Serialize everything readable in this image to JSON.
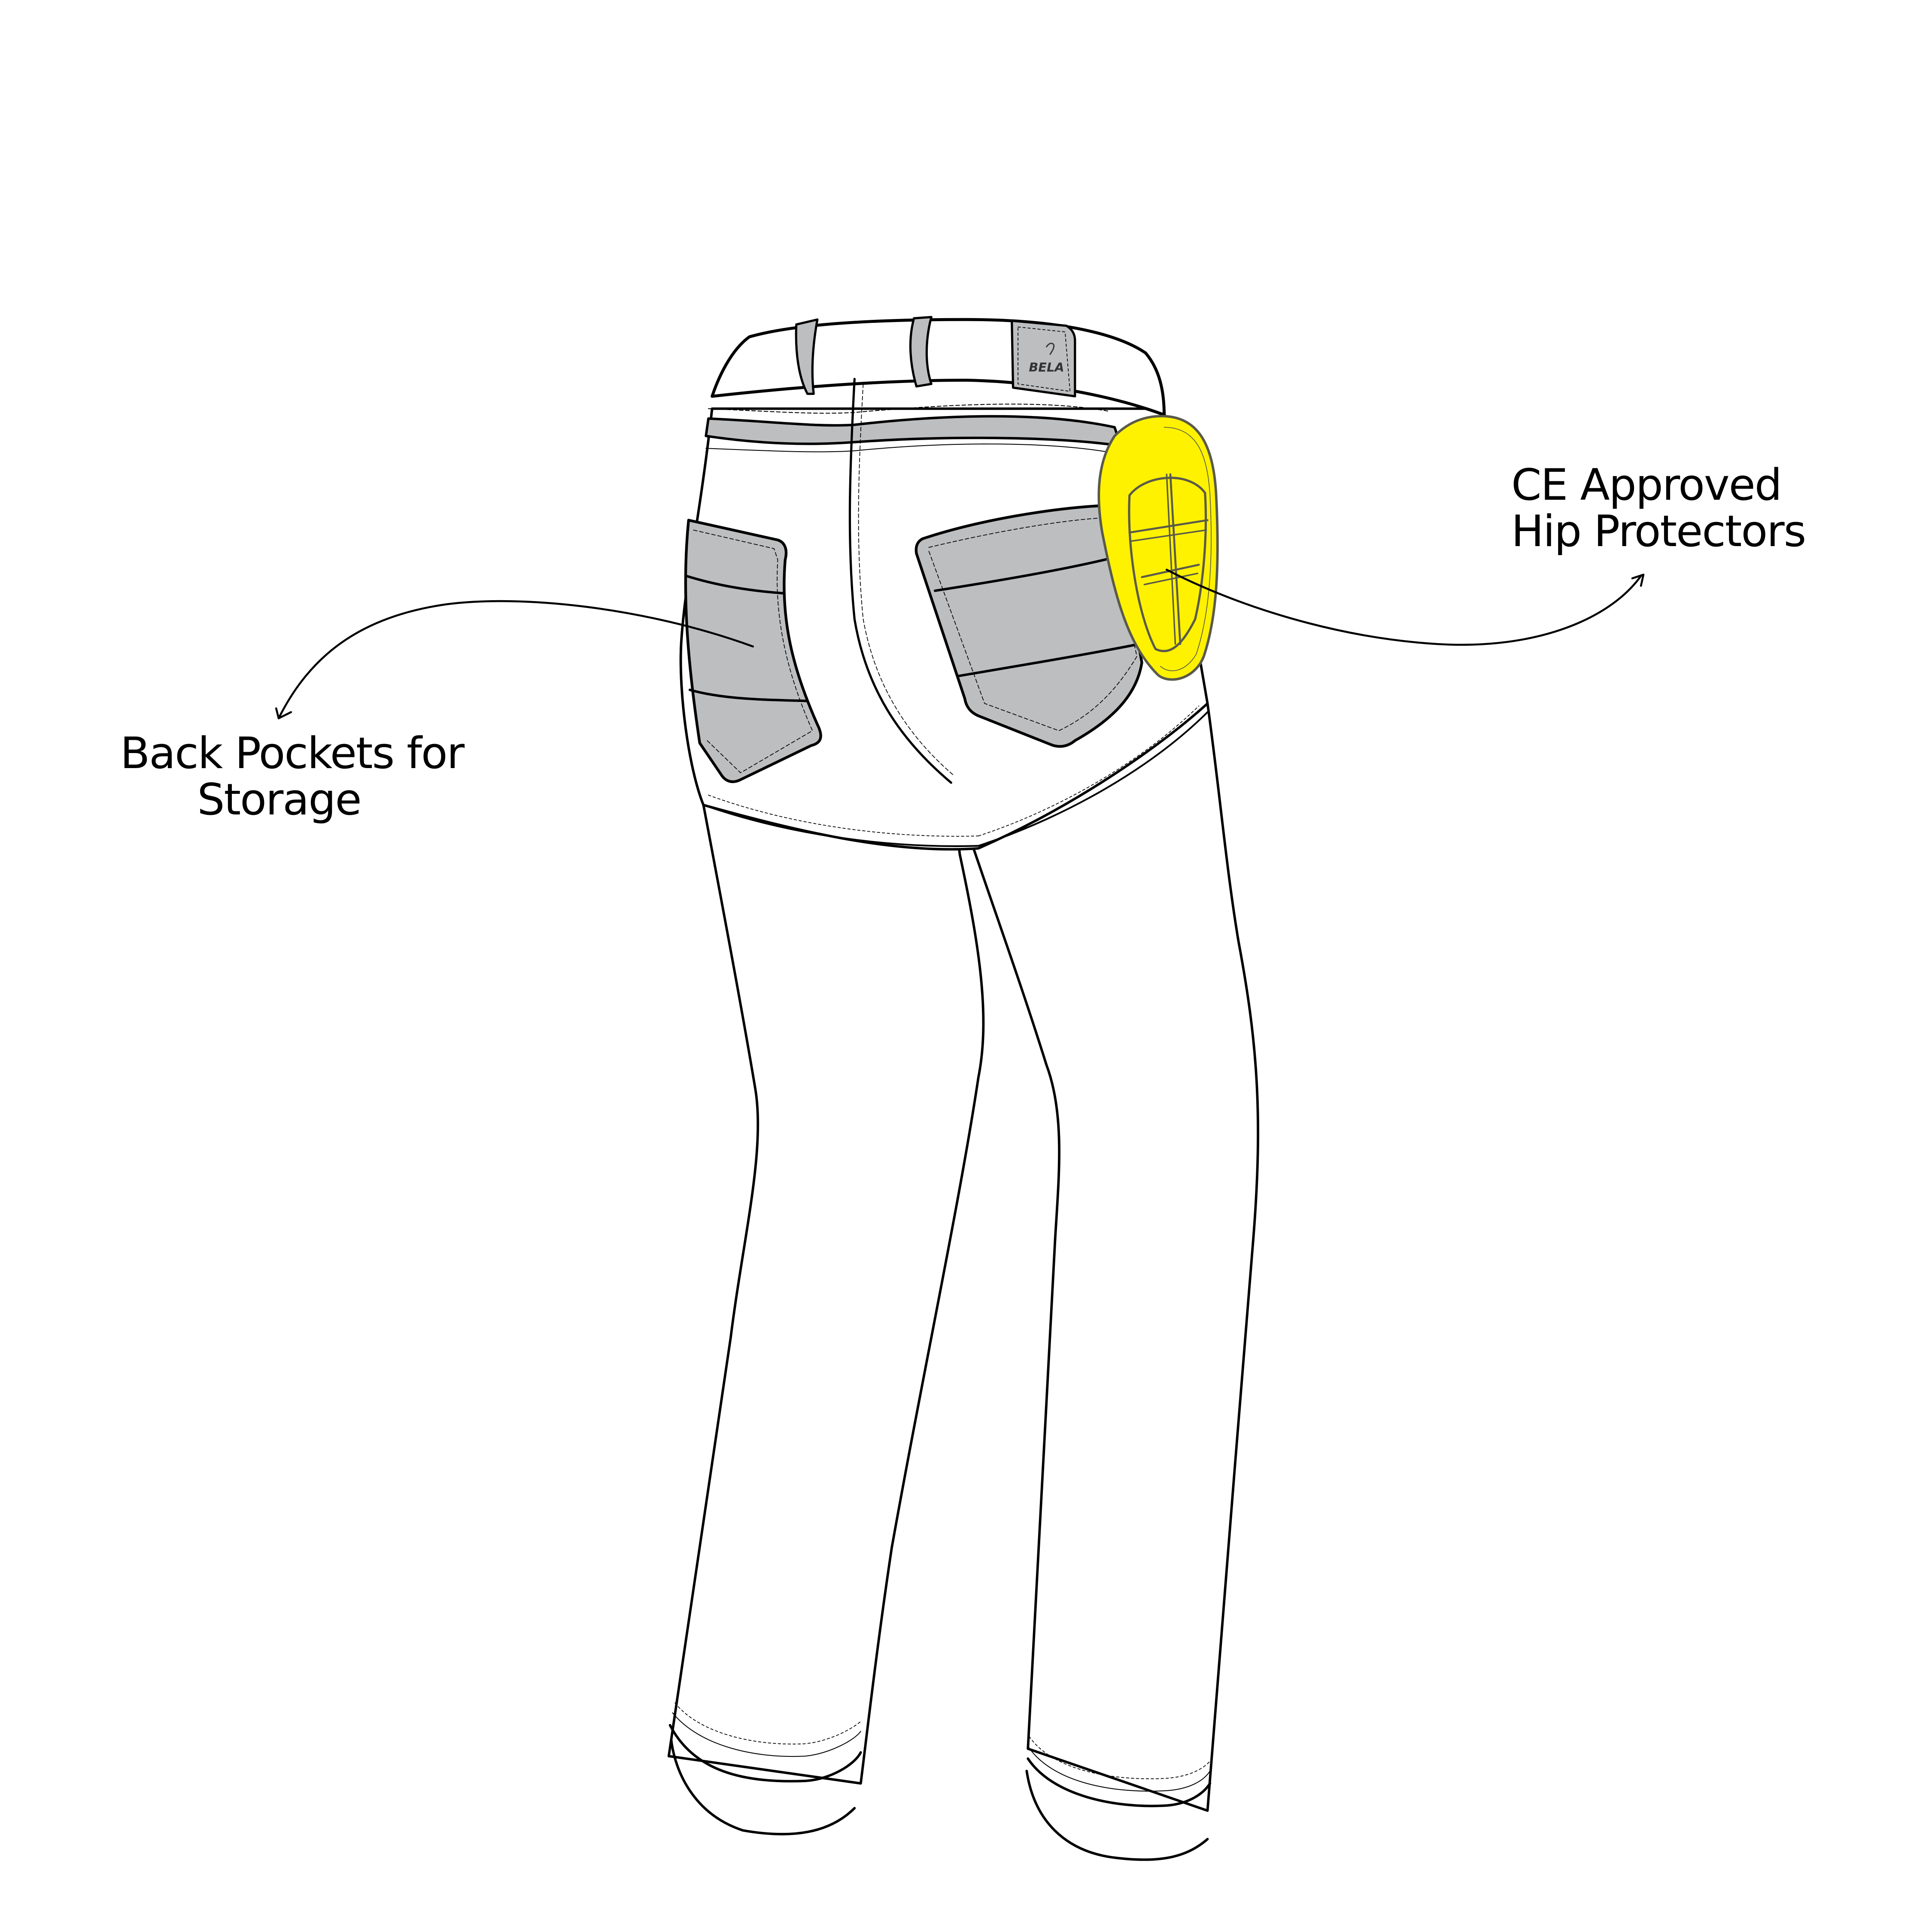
{
  "product": {
    "view": "back",
    "brand_label": "BELA",
    "colors": {
      "outline": "#000000",
      "fabric": "#ffffff",
      "panel_gray": "#bcbec0",
      "protector_yellow": "#fff200",
      "protector_outline": "#5a5a4a"
    }
  },
  "callouts": [
    {
      "id": "hip",
      "lines": [
        "CE Approved",
        "Hip Protectors"
      ]
    },
    {
      "id": "pockets",
      "lines": [
        "Back Pockets for",
        "Storage"
      ]
    }
  ]
}
